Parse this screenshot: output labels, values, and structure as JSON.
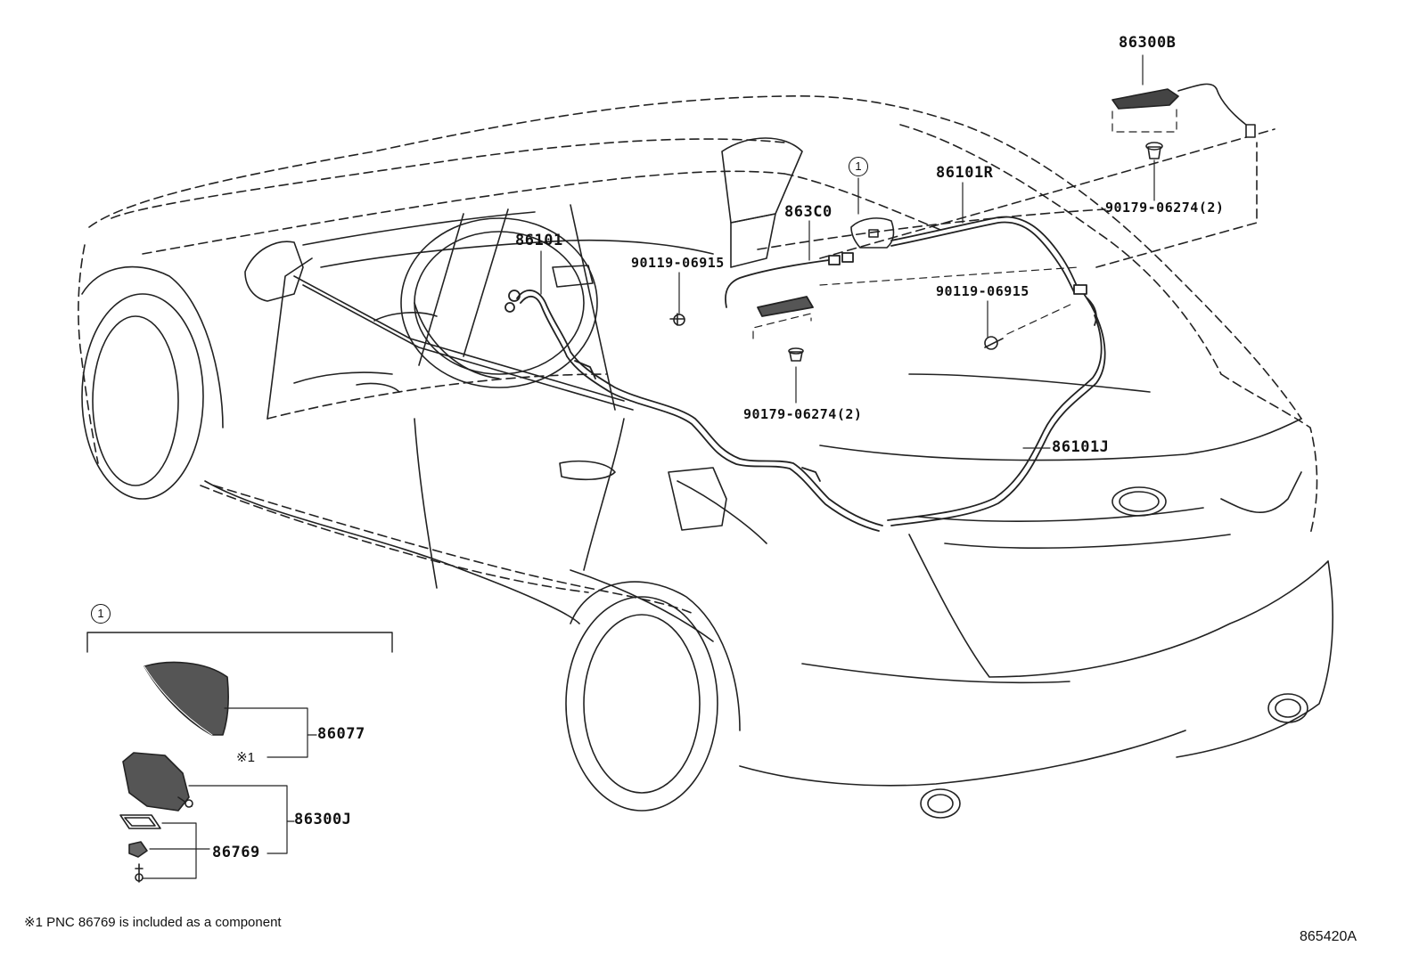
{
  "labels": {
    "p86300B": "86300B",
    "p90179_top": "90179-06274(2)",
    "p86101R": "86101R",
    "p863C0": "863C0",
    "p86101": "86101",
    "p90119_left": "90119-06915",
    "p90119_right": "90119-06915",
    "p90179_mid": "90179-06274(2)",
    "p86101J": "86101J",
    "p86077": "86077",
    "p86300J": "86300J",
    "p86769": "86769",
    "ref_mark": "※1"
  },
  "callout_circle": "1",
  "footnote": "※1 PNC 86769 is included as a component",
  "diagram_code": "865420A"
}
